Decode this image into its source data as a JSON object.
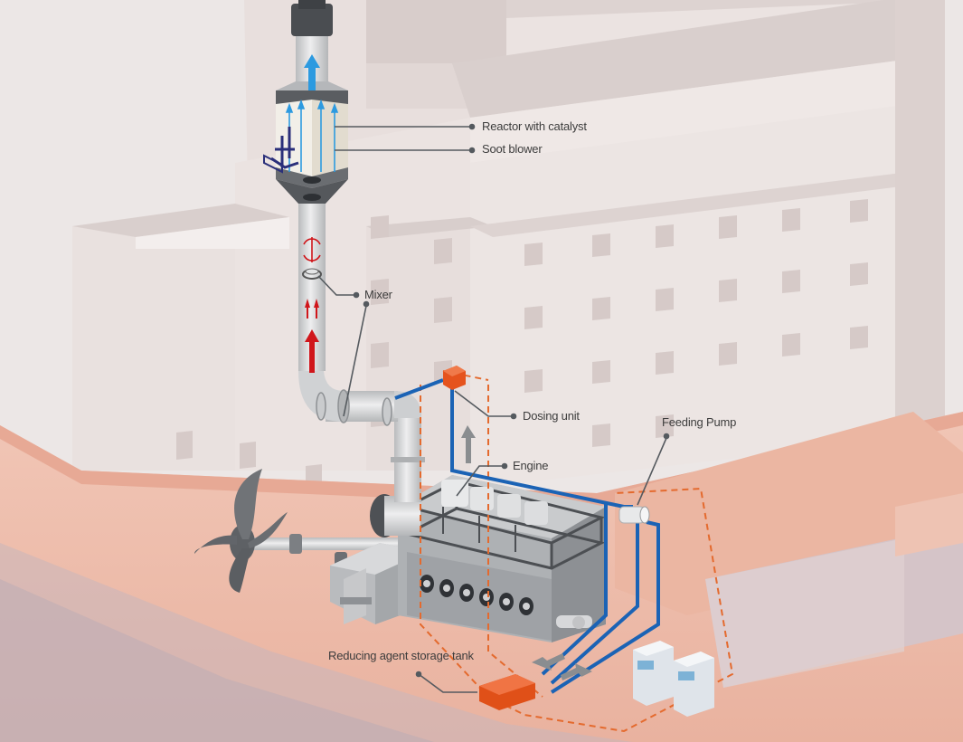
{
  "labels": {
    "reactor": "Reactor with catalyst",
    "soot_blower": "Soot blower",
    "mixer": "Mixer",
    "dosing_unit": "Dosing unit",
    "feeding_pump": "Feeding Pump",
    "engine": "Engine",
    "storage_tank": "Reducing agent storage tank"
  },
  "colors": {
    "superstructure": "#e6dcda",
    "hull": "#efbfae",
    "pipe": "#d3d4d5",
    "reductant_line": "#1b63b5",
    "exhaust_arrow": "#d0161b",
    "clean_arrow": "#2c9ae0",
    "dosing_box": "#e5531d",
    "dashed_zone": "#e46a2e",
    "engine": "#9ea2a6"
  }
}
